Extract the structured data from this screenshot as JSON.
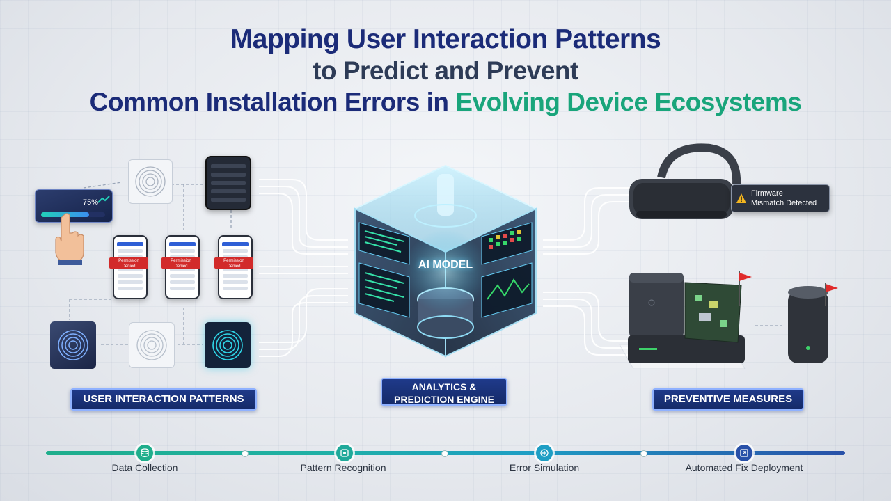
{
  "title": {
    "line1": "Mapping User Interaction Patterns",
    "line2": "to Predict and Prevent",
    "line3_main": "Common Installation Errors in ",
    "line3_accent": "Evolving Device Ecosystems"
  },
  "left": {
    "progress_text": "75%",
    "progress_value": 0.75,
    "error_tag_line1": "Permission",
    "error_tag_line2": "Denied",
    "section_label": "USER INTERACTION PATTERNS"
  },
  "center": {
    "model_label": "AI MODEL",
    "section_label_line1": "ANALYTICS &",
    "section_label_line2": "PREDICTION ENGINE"
  },
  "right": {
    "warning_line1": "Firmware",
    "warning_line2": "Mismatch Detected",
    "section_label": "PREVENTIVE MEASURES"
  },
  "timeline": {
    "steps": [
      {
        "label": "Data Collection",
        "icon": "database-icon",
        "color": "#1fae8c"
      },
      {
        "label": "Pattern Recognition",
        "icon": "pattern-icon",
        "color": "#1fa99a"
      },
      {
        "label": "Error Simulation",
        "icon": "simulation-icon",
        "color": "#1e9ec4"
      },
      {
        "label": "Automated Fix Deployment",
        "icon": "deploy-icon",
        "color": "#2850a8"
      }
    ]
  },
  "colors": {
    "title_navy": "#1b2b78",
    "title_accent": "#19a57b",
    "error_red": "#d22a2a",
    "glow_cyan": "#5fd4ff"
  }
}
